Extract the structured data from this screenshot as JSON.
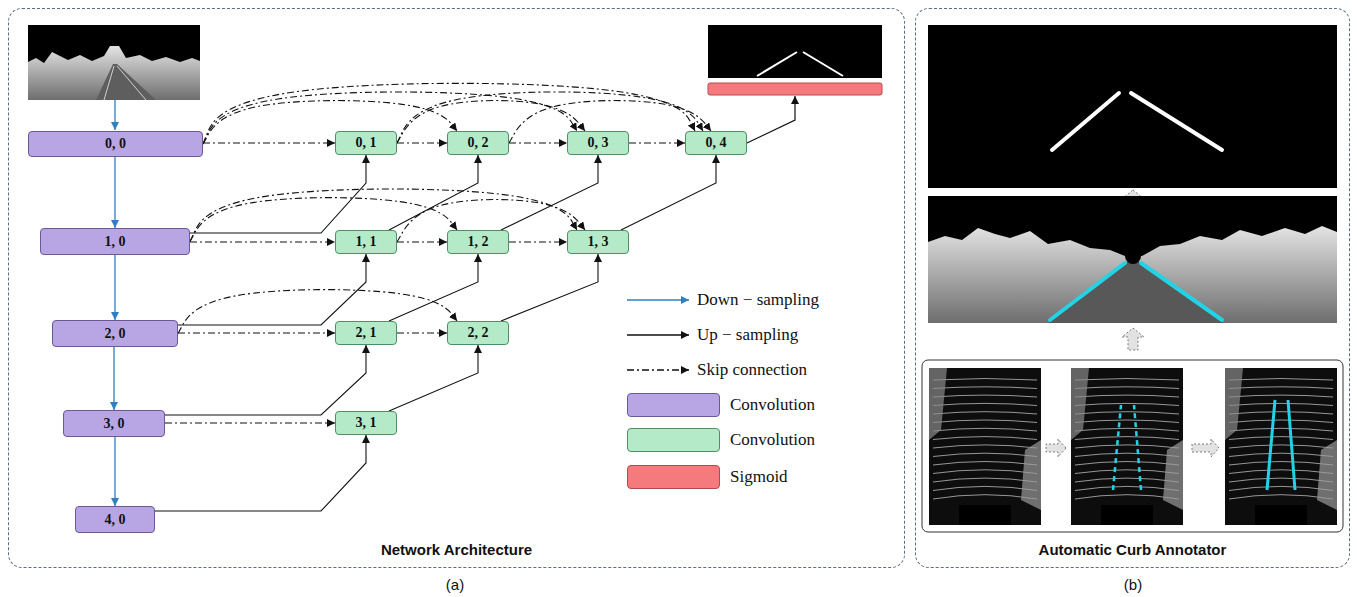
{
  "diagram": {
    "nodes": [
      {
        "text": [
          "Network Architecture"
        ]
      },
      {
        "text": [
          "0, 0"
        ],
        "in": 0
      },
      {
        "text": [
          "0, 1"
        ],
        "in": 0
      },
      {
        "text": [
          "0, 2"
        ],
        "in": 0
      },
      {
        "text": [
          "0, 3"
        ],
        "in": 0
      },
      {
        "text": [
          "0, 4"
        ],
        "in": 0
      },
      {
        "text": [
          "1, 0"
        ],
        "in": 0
      },
      {
        "text": [
          "1, 1"
        ],
        "in": 0
      },
      {
        "text": [
          "1, 2"
        ],
        "in": 0
      },
      {
        "text": [
          "1, 3"
        ],
        "in": 0
      },
      {
        "text": [
          "2, 0"
        ],
        "in": 0
      },
      {
        "text": [
          "2, 1"
        ],
        "in": 0
      },
      {
        "text": [
          "2, 2"
        ],
        "in": 0
      },
      {
        "text": [
          "3, 0"
        ],
        "in": 0
      },
      {
        "text": [
          "3, 1"
        ],
        "in": 0
      },
      {
        "text": [
          "4, 0"
        ],
        "in": 0
      },
      {
        "text": [
          "Automatic Curb Annotator"
        ]
      }
    ],
    "edges": [
      {
        "from": 1,
        "to": 6,
        "arrow": "to"
      },
      {
        "from": 6,
        "to": 10,
        "arrow": "to"
      },
      {
        "from": 10,
        "to": 13,
        "arrow": "to"
      },
      {
        "from": 13,
        "to": 15,
        "arrow": "to"
      },
      {
        "from": 6,
        "to": 2,
        "arrow": "to"
      },
      {
        "from": 10,
        "to": 7,
        "arrow": "to"
      },
      {
        "from": 13,
        "to": 11,
        "arrow": "to"
      },
      {
        "from": 15,
        "to": 14,
        "arrow": "to"
      },
      {
        "from": 7,
        "to": 3,
        "arrow": "to"
      },
      {
        "from": 11,
        "to": 8,
        "arrow": "to"
      },
      {
        "from": 14,
        "to": 12,
        "arrow": "to"
      },
      {
        "from": 8,
        "to": 4,
        "arrow": "to"
      },
      {
        "from": 12,
        "to": 9,
        "arrow": "to"
      },
      {
        "from": 9,
        "to": 5,
        "arrow": "to"
      },
      {
        "from": 1,
        "to": 2,
        "arrow": "to"
      },
      {
        "from": 1,
        "to": 3,
        "arrow": "to"
      },
      {
        "from": 1,
        "to": 4,
        "arrow": "to"
      },
      {
        "from": 1,
        "to": 5,
        "arrow": "to"
      },
      {
        "from": 2,
        "to": 3,
        "arrow": "to"
      },
      {
        "from": 2,
        "to": 4,
        "arrow": "to"
      },
      {
        "from": 2,
        "to": 5,
        "arrow": "to"
      },
      {
        "from": 3,
        "to": 4,
        "arrow": "to"
      },
      {
        "from": 3,
        "to": 5,
        "arrow": "to"
      },
      {
        "from": 4,
        "to": 5,
        "arrow": "to"
      },
      {
        "from": 6,
        "to": 7,
        "arrow": "to"
      },
      {
        "from": 6,
        "to": 8,
        "arrow": "to"
      },
      {
        "from": 6,
        "to": 9,
        "arrow": "to"
      },
      {
        "from": 7,
        "to": 8,
        "arrow": "to"
      },
      {
        "from": 7,
        "to": 9,
        "arrow": "to"
      },
      {
        "from": 8,
        "to": 9,
        "arrow": "to"
      },
      {
        "from": 10,
        "to": 11,
        "arrow": "to"
      },
      {
        "from": 10,
        "to": 12,
        "arrow": "to"
      },
      {
        "from": 11,
        "to": 12,
        "arrow": "to"
      },
      {
        "from": 13,
        "to": 14,
        "arrow": "to"
      }
    ],
    "labels": [
      "(a)",
      "(b)"
    ],
    "legend": [
      {
        "text": "Down − sampling"
      },
      {
        "text": "Up − sampling"
      },
      {
        "text": "Skip connection"
      },
      {
        "text": "Convolution",
        "color": "#b8a6e4"
      },
      {
        "text": "Convolution",
        "color": "#b4eac8"
      },
      {
        "text": "Sigmoid",
        "color": "#f47a7e"
      }
    ]
  }
}
